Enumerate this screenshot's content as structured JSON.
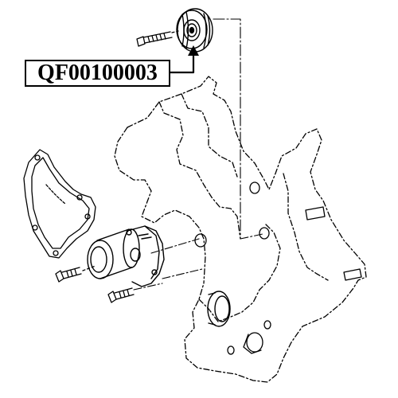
{
  "part_label": "QF00100003",
  "colors": {
    "ink": "#000000",
    "background": "#ffffff"
  },
  "components": [
    "idler-pulley",
    "pulley-bolt",
    "timing-cover",
    "water-pump-gasket",
    "water-pump",
    "pump-bolt-upper",
    "pump-bolt-lower",
    "oil-seal"
  ]
}
